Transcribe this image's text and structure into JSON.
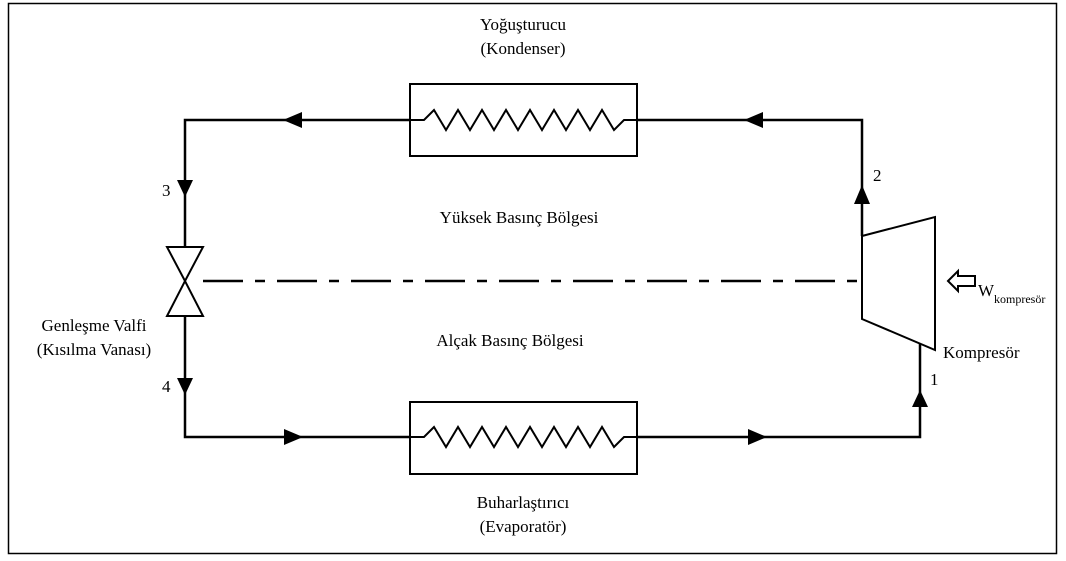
{
  "diagram": {
    "condenser": {
      "name": "Yoğuşturucu",
      "sub": "(Kondenser)"
    },
    "evaporator": {
      "name": "Buharlaştırıcı",
      "sub": "(Evaporatör)"
    },
    "valve": {
      "name": "Genleşme Valfi",
      "sub": "(Kısılma Vanası)"
    },
    "compressor": {
      "name": "Kompresör"
    },
    "work": {
      "symbol": "W",
      "subscript": "kompresör"
    },
    "regions": {
      "high": "Yüksek Basınç Bölgesi",
      "low": "Alçak Basınç Bölgesi"
    },
    "states": {
      "s1": "1",
      "s2": "2",
      "s3": "3",
      "s4": "4"
    }
  }
}
